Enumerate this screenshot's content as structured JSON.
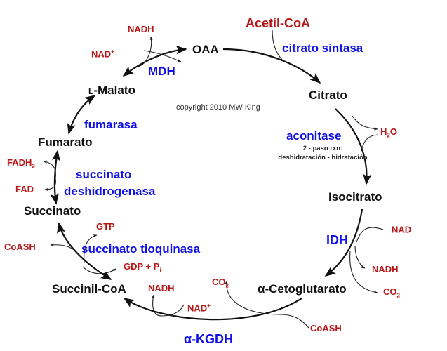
{
  "title": "Ciclo del ácido cítrico (TCA)",
  "copyright": "copyright 2010 MW King",
  "metabolites": {
    "oaa": "OAA",
    "citrato": "Citrato",
    "isocitrato": "Isocitrato",
    "cetoglutarato": "α-Cetoglutarato",
    "succinil_coa": "Succinil-CoA",
    "succinato": "Succinato",
    "fumarato": "Fumarato",
    "malato_prefix": "L",
    "malato": "-Malato",
    "acetil_coa": "Acetil-CoA"
  },
  "enzymes": {
    "citrato_sintasa": "citrato sintasa",
    "aconitase": "aconitase",
    "aconitase_note_1": "2 - paso rxn:",
    "aconitase_note_2": "deshidratación - hidratación",
    "idh": "IDH",
    "akgdh": "α-KGDH",
    "succinato_tioquinasa": "succinato tioquinasa",
    "succinato_dh_1": "succinato",
    "succinato_dh_2": "deshidrogenasa",
    "fumarasa": "fumarasa",
    "mdh": "MDH"
  },
  "cofactors": {
    "h2o_h": "H",
    "h2o_sub": "2",
    "h2o_o": "O",
    "idh_nad": "NAD",
    "idh_nad_sup": "+",
    "idh_nadh": "NADH",
    "idh_co2": "CO",
    "idh_co2_sub": "2",
    "kgdh_coash": "CoASH",
    "kgdh_co2": "CO",
    "kgdh_co2_sub": "2",
    "kgdh_nad": "NAD",
    "kgdh_nad_sup": "+",
    "kgdh_nadh": "NADH",
    "stk_gtp": "GTP",
    "stk_gdp": "GDP + P",
    "stk_gdp_sub": "i",
    "stk_coash": "CoASH",
    "sdh_fadh2": "FADH",
    "sdh_fadh2_sub": "2",
    "sdh_fad": "FAD",
    "mdh_nad": "NAD",
    "mdh_nad_sup": "+",
    "mdh_nadh": "NADH"
  },
  "colors": {
    "metabolite": "#111111",
    "enzyme": "#1010e8",
    "cofactor": "#b81818"
  }
}
